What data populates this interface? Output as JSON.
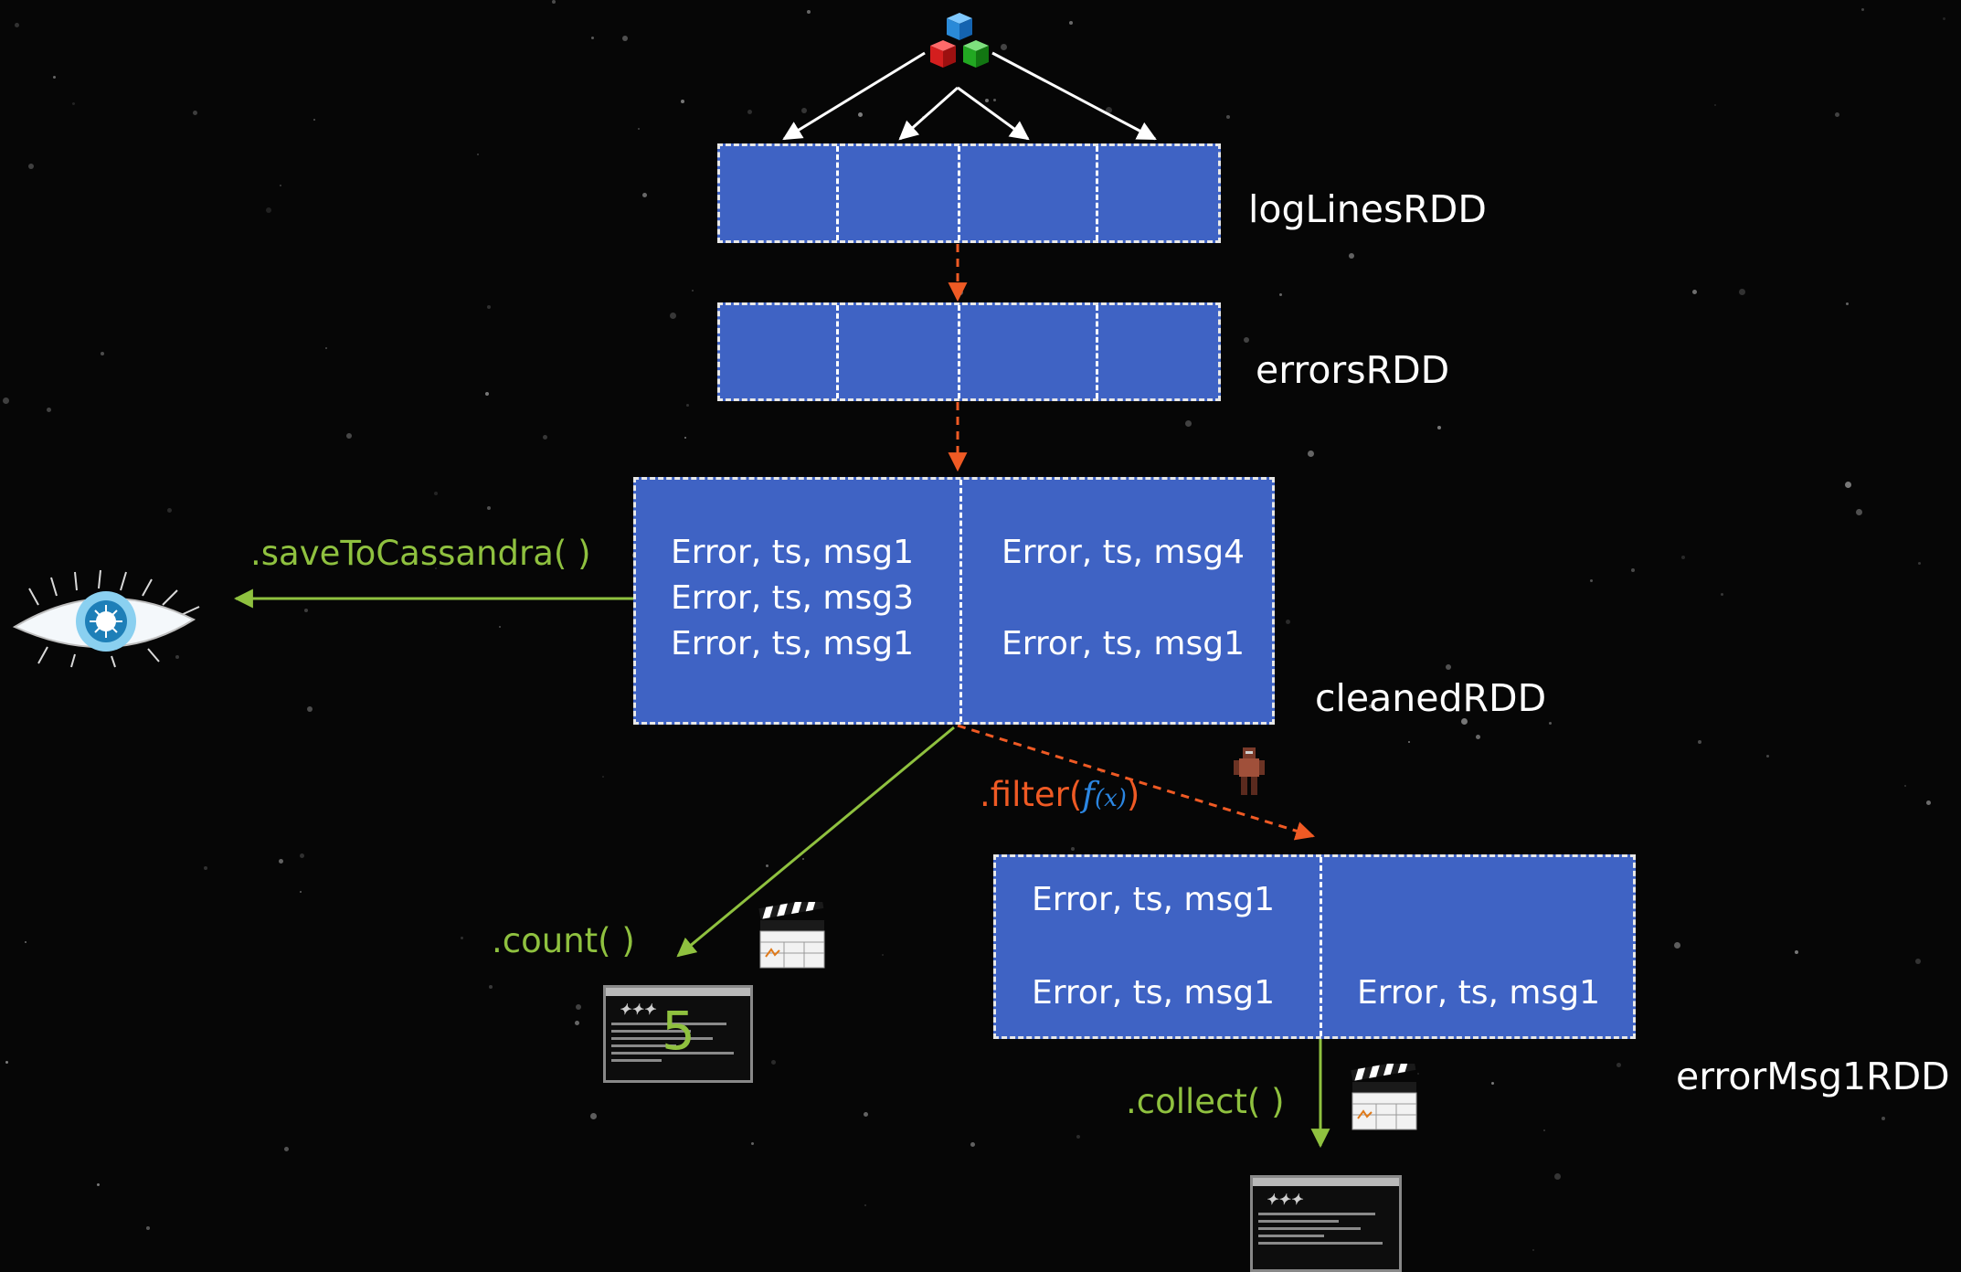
{
  "rdds": {
    "log_lines": {
      "label": "logLinesRDD"
    },
    "errors": {
      "label": "errorsRDD"
    },
    "cleaned": {
      "label": "cleanedRDD",
      "left_records": [
        "Error, ts, msg1",
        "Error, ts, msg3",
        "Error, ts, msg1"
      ],
      "right_records": [
        "Error, ts, msg4",
        "Error, ts, msg1"
      ]
    },
    "error_msg1": {
      "label": "errorMsg1RDD",
      "left_records": [
        "Error, ts, msg1",
        "Error, ts, msg1"
      ],
      "right_records": [
        "Error, ts, msg1"
      ]
    }
  },
  "operations": {
    "save": ".saveToCassandra(  )",
    "filter_prefix": ".filter(",
    "filter_fx": "f",
    "filter_x": "(x)",
    "filter_suffix": ")",
    "count": ".count(  )",
    "collect": ".collect(  )"
  },
  "results": {
    "count_value": "5"
  },
  "colors": {
    "rdd_fill": "#3f63c4",
    "transform_arrow": "#ef5a24",
    "action_arrow": "#8fc13f",
    "source_arrow": "#ffffff",
    "background": "#060606"
  },
  "icons": {
    "source": "hdfs-cubes-icon",
    "cassandra": "cassandra-eye-icon",
    "worker": "robot-worker-icon",
    "clapper_count": "clapperboard-icon",
    "clapper_collect": "clapperboard-icon",
    "terminal_count": "spark-shell-terminal-icon",
    "terminal_collect": "spark-shell-terminal-icon"
  }
}
